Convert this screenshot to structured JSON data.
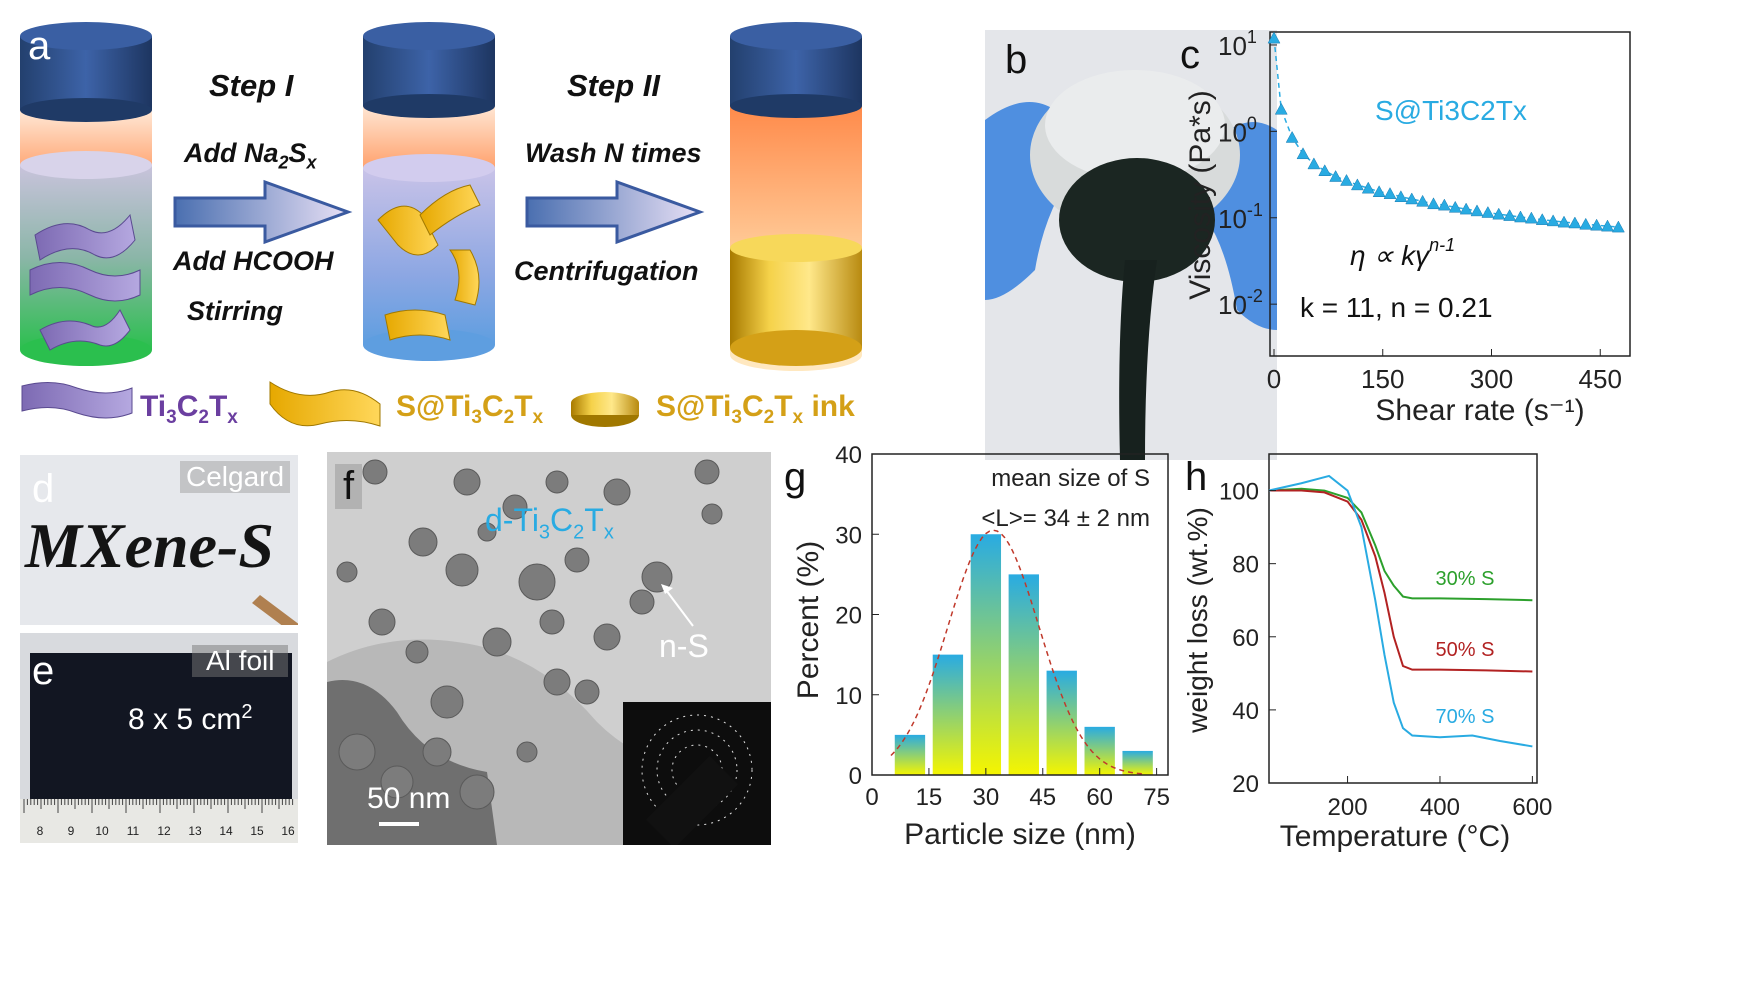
{
  "panel_a": {
    "label": "a",
    "step1": {
      "title": "Step I",
      "line1_pre": "Add Na",
      "line1_sub1": "2",
      "line1_mid": "S",
      "line1_sub2": "x",
      "line2": "Add HCOOH",
      "line3": "Stirring"
    },
    "step2": {
      "title": "Step II",
      "line1": "Wash N times",
      "line2": "Centrifugation"
    },
    "legend": [
      {
        "pre": "Ti",
        "s1": "3",
        "mid": "C",
        "s2": "2",
        "post": "T",
        "s3": "x",
        "color": "#6b3fa0"
      },
      {
        "pre": "S@Ti",
        "s1": "3",
        "mid": "C",
        "s2": "2",
        "post": "T",
        "s3": "x",
        "color": "#d4a017"
      },
      {
        "pre": "S@Ti",
        "s1": "3",
        "mid": "C",
        "s2": "2",
        "post": "T",
        "s3": "x",
        "suffix": " ink",
        "color": "#d4a017"
      }
    ]
  },
  "panel_b": {
    "label": "b"
  },
  "panel_c": {
    "label": "c",
    "series_label": "S@Ti3C2Tx",
    "equation": "η ∝ kγ",
    "equation_sup": "n-1",
    "params": "k = 11, n = 0.21"
  },
  "panel_d": {
    "label": "d",
    "tag": "Celgard",
    "writing": "MXene-S"
  },
  "panel_e": {
    "label": "e",
    "tag": "Al foil",
    "size_text": "8 x 5 cm",
    "size_sup": "2",
    "ruler_ticks": [
      "8",
      "9",
      "10",
      "11",
      "12",
      "13",
      "14",
      "15",
      "16"
    ]
  },
  "panel_f": {
    "label": "f",
    "material_pre": "d-Ti",
    "material_s1": "3",
    "material_mid": "C",
    "material_s2": "2",
    "material_post": "T",
    "material_s3": "x",
    "particle_label": "n-S",
    "scale_bar": "50 nm"
  },
  "panel_g": {
    "label": "g",
    "annotation1": "mean size of S",
    "annotation2": "<L>= 34 ± 2 nm"
  },
  "panel_h": {
    "label": "h",
    "labels": [
      "30% S",
      "50% S",
      "70% S"
    ]
  },
  "colors": {
    "blue": "#29abe2",
    "green": "#2ca02c",
    "red": "#b22222",
    "purple": "#6b3fa0",
    "gold": "#d4a017"
  },
  "chart_data": [
    {
      "type": "scatter",
      "panel": "c",
      "xlabel": "Shear rate (s⁻¹)",
      "ylabel": "Viscosity (Pa*s)",
      "xlim": [
        0,
        480
      ],
      "ylim_log": [
        -2.6,
        1.15
      ],
      "yscale": "log",
      "xticks": [
        "0",
        "150",
        "300",
        "450"
      ],
      "yticks": [
        {
          "base": "10",
          "exp": "1",
          "v": 1
        },
        {
          "base": "10",
          "exp": "0",
          "v": 0
        },
        {
          "base": "10",
          "exp": "-1",
          "v": -1
        },
        {
          "base": "10",
          "exp": "-2",
          "v": -2
        }
      ],
      "series": [
        {
          "name": "S@Ti3C2Tx",
          "x": [
            0,
            10,
            25,
            40,
            55,
            70,
            85,
            100,
            115,
            130,
            145,
            160,
            175,
            190,
            205,
            220,
            235,
            250,
            265,
            280,
            295,
            310,
            325,
            340,
            355,
            370,
            385,
            400,
            415,
            430,
            445,
            460,
            475
          ],
          "y": [
            12,
            1.8,
            0.85,
            0.55,
            0.42,
            0.35,
            0.3,
            0.27,
            0.24,
            0.22,
            0.2,
            0.19,
            0.175,
            0.165,
            0.155,
            0.145,
            0.14,
            0.132,
            0.126,
            0.12,
            0.115,
            0.11,
            0.106,
            0.102,
            0.099,
            0.095,
            0.092,
            0.089,
            0.087,
            0.084,
            0.082,
            0.08,
            0.078
          ]
        }
      ]
    },
    {
      "type": "bar",
      "panel": "g",
      "xlabel": "Particle size (nm)",
      "ylabel": "Percent (%)",
      "xlim": [
        0,
        78
      ],
      "ylim": [
        0,
        40
      ],
      "xticks": [
        0,
        15,
        30,
        45,
        60,
        75
      ],
      "yticks": [
        0,
        10,
        20,
        30,
        40
      ],
      "categories": [
        10,
        20,
        30,
        40,
        50,
        60,
        70
      ],
      "values": [
        5,
        15,
        30,
        25,
        13,
        6,
        3
      ],
      "fit": {
        "type": "gaussian",
        "mean": 32,
        "peak": 30.5,
        "sigma": 12
      }
    },
    {
      "type": "line",
      "panel": "h",
      "xlabel": "Temperature (°C)",
      "ylabel": "weight loss (wt.%)",
      "xlim": [
        30,
        610
      ],
      "ylim": [
        20,
        110
      ],
      "xticks": [
        200,
        400,
        600
      ],
      "yticks": [
        20,
        40,
        60,
        80,
        100
      ],
      "series": [
        {
          "name": "30% S",
          "color": "#2ca02c",
          "x": [
            30,
            100,
            150,
            200,
            230,
            260,
            280,
            300,
            320,
            340,
            400,
            500,
            600
          ],
          "y": [
            100,
            100.5,
            100,
            98,
            94,
            85,
            78,
            74,
            71,
            70.5,
            70.5,
            70.3,
            70
          ]
        },
        {
          "name": "50% S",
          "color": "#b22222",
          "x": [
            30,
            100,
            150,
            200,
            230,
            260,
            280,
            300,
            320,
            340,
            400,
            500,
            600
          ],
          "y": [
            100,
            100,
            99.5,
            97,
            92,
            82,
            72,
            60,
            52,
            51,
            51,
            50.8,
            50.5
          ]
        },
        {
          "name": "70% S",
          "color": "#29abe2",
          "x": [
            30,
            100,
            160,
            200,
            230,
            260,
            280,
            300,
            320,
            340,
            400,
            470,
            530,
            600
          ],
          "y": [
            100,
            102,
            104,
            100,
            90,
            70,
            55,
            42,
            35,
            33,
            32.5,
            33,
            31.5,
            30
          ]
        }
      ]
    }
  ]
}
